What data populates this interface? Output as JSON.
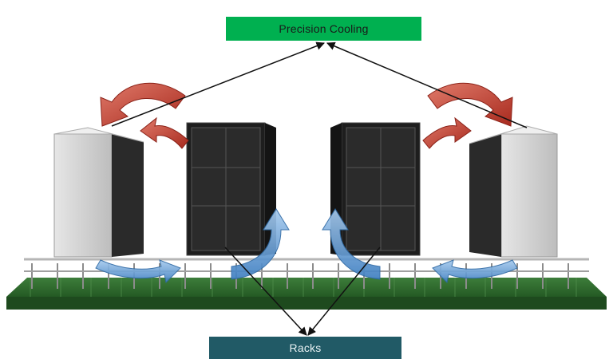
{
  "labels": {
    "top": "Precision Cooling",
    "bottom": "Racks"
  },
  "colors": {
    "cooling_label_bg": "#00b050",
    "racks_label_bg": "#215a66",
    "hot_air_arrow": "#c0392b",
    "cold_air_arrow": "#5b9bd5",
    "floor": "#2f6b2f",
    "rack_body": "#1f1f1f",
    "crac_unit": "#d9d9d9"
  },
  "icons": {
    "hot_air": "curved-red-arrow",
    "cold_air": "curved-blue-arrow",
    "pointer": "black-line-arrow"
  }
}
